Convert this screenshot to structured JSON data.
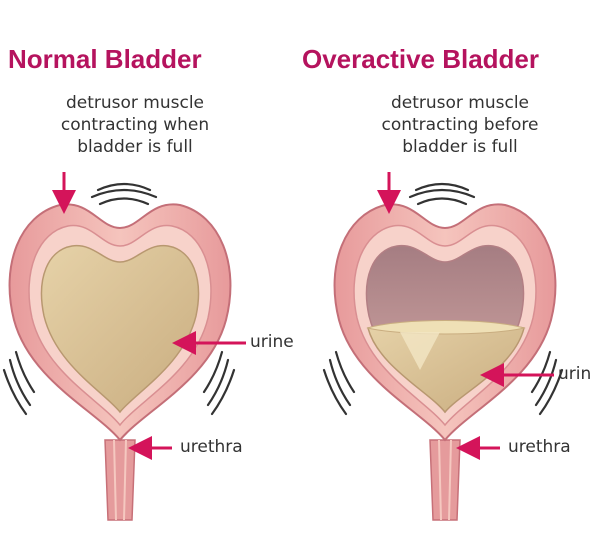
{
  "colors": {
    "title": "#b5135e",
    "arrow": "#d4145a",
    "bladder_outer": "#e8979a",
    "bladder_wall": "#f3b9b4",
    "bladder_inner": "#f7d0c8",
    "cavity_empty": "#b88a8e",
    "urine": "#d8c097",
    "urine_light": "#eddcae",
    "text": "#333333"
  },
  "panels": [
    {
      "title": "Normal Bladder",
      "caption_lines": [
        "detrusor muscle",
        "contracting when",
        "bladder is full"
      ],
      "urine_label": "urine",
      "urethra_label": "urethra",
      "fill_level": 1.0
    },
    {
      "title": "Overactive Bladder",
      "caption_lines": [
        "detrusor muscle",
        "contracting before",
        "bladder  is full"
      ],
      "urine_label": "urin",
      "urethra_label": "urethra",
      "fill_level": 0.45
    }
  ]
}
